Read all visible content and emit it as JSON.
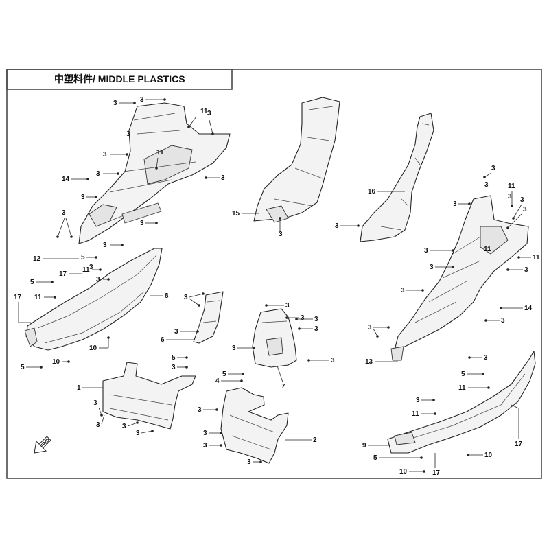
{
  "diagram": {
    "title": "中塑料件/ MIDDLE PLASTICS",
    "fwd_label": "FWD"
  },
  "callouts": {
    "c1": "3",
    "c2": "3",
    "c3": "11",
    "c4": "3",
    "c5": "3",
    "c6": "3",
    "c7": "3",
    "c8": "11",
    "c9": "3",
    "c10": "14",
    "c11": "3",
    "c12": "3",
    "c13": "3",
    "c14": "3",
    "c15": "12",
    "c16": "5",
    "c17": "3",
    "c18": "3",
    "c19": "17",
    "c20": "11",
    "c21": "5",
    "c22": "11",
    "c23": "17",
    "c24": "8",
    "c25": "10",
    "c26": "10",
    "c27": "5",
    "c28": "15",
    "c29": "3",
    "c30": "16",
    "c31": "3",
    "c32": "3",
    "c33": "3",
    "c34": "3",
    "c35": "11",
    "c36": "3",
    "c37": "3",
    "c38": "11",
    "c39": "3",
    "c40": "11",
    "c41": "3",
    "c42": "3",
    "c43": "3",
    "c44": "14",
    "c45": "3",
    "c46": "3",
    "c47": "13",
    "c48": "3",
    "c49": "3",
    "c50": "6",
    "c51": "3",
    "c52": "5",
    "c53": "3",
    "c54": "1",
    "c55": "3",
    "c56": "3",
    "c57": "3",
    "c58": "3",
    "c59": "3",
    "c60": "3",
    "c61": "3",
    "c62": "3",
    "c63": "5",
    "c64": "4",
    "c65": "7",
    "c66": "3",
    "c67": "3",
    "c68": "3",
    "c69": "2",
    "c70": "5",
    "c71": "11",
    "c72": "3",
    "c73": "11",
    "c74": "17",
    "c75": "9",
    "c76": "5",
    "c77": "10",
    "c78": "10",
    "c79": "17"
  }
}
